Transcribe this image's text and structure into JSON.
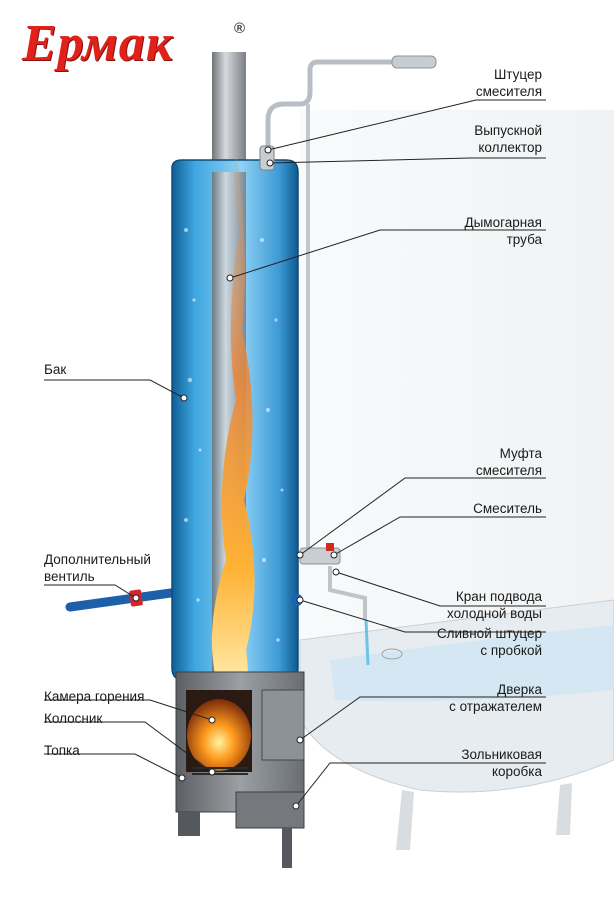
{
  "brand": {
    "name": "Ермак",
    "mark": "®",
    "color": "#e0221b"
  },
  "labels": {
    "mixer_fitting": "Штуцер\nсмесителя",
    "outlet_collector": "Выпускной\nколлектор",
    "flue_pipe": "Дымогарная\nтруба",
    "tank": "Бак",
    "mixer_coupling": "Муфта\nсмесителя",
    "mixer": "Смеситель",
    "extra_valve": "Дополнительный\nвентиль",
    "cold_water_tap": "Кран подвода\nхолодной воды",
    "drain_fitting": "Сливной штуцер\nс пробкой",
    "door_reflector": "Дверка\nс отражателем",
    "combustion_chamber": "Камера горения",
    "grate": "Колосник",
    "firebox": "Топка",
    "ash_box": "Зольниковая\nкоробка"
  },
  "colors": {
    "tank_blue": "#3fa6e0",
    "valve_red": "#d0262a",
    "pipe_blue": "#1d5fa8",
    "steel": "#9ba0a4"
  }
}
